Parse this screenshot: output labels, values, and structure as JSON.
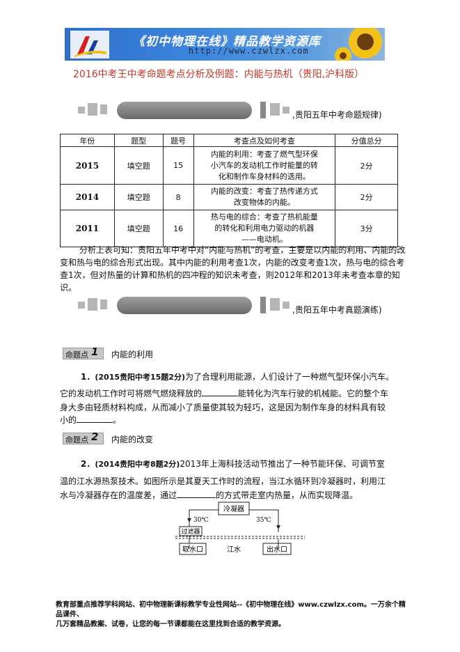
{
  "banner": {
    "title": "《初中物理在线》精品教学资源库",
    "url": "http://www.czwlzx.com"
  },
  "main_title": "2016中考王中考命题考点分析及例题：内能与热机（贵阳,沪科版）",
  "section1_label": ",贵阳五年中考命题规律)",
  "table": {
    "headers": [
      "年份",
      "题型",
      "题号",
      "考查点及如何考查",
      "分值总分"
    ],
    "rows": [
      {
        "year": "2015",
        "type": "填空题",
        "num": "15",
        "content": [
          "内能的利用：考查了燃气型环保",
          "小汽车的发动机工作时能量的转",
          "化和制作车身材料的选用。"
        ],
        "score": "2分"
      },
      {
        "year": "2014",
        "type": "填空题",
        "num": "8",
        "content": [
          "内能的改变：考查了热传递方式",
          "改变物体的内能。"
        ],
        "score": "2分"
      },
      {
        "year": "2011",
        "type": "填空题",
        "num": "16",
        "content": [
          "热与电的综合：考查了热机能量",
          "的转化和利用电力驱动的机器",
          "——电动机。"
        ],
        "score": "3分"
      }
    ]
  },
  "analysis": "分析上表可知：贵阳五年中考中对“内能与热机”的考查，主要是以内能的利用、内能的改变和热与电的综合形式出现。其中内能的利用考查1次，内能的改变考查1次，热与电的综合考查1次，但对热量的计算和热机的四冲程的知识未考查，则2012年和2013年未考查本章的知识。",
  "section2_label": ",贵阳五年中考真题演练)",
  "kd1": {
    "badge": "命题点",
    "num": "1",
    "title": "内能的利用"
  },
  "q1": {
    "num": "1．",
    "source": "(2015贵阳中考15题2分)",
    "text1": "为了合理利用能源，人们设计了一种燃气型环保小汽车。",
    "text2a": "它的发动机工作时可将燃气燃烧释放的",
    "text2b": "能转化为汽车行驶的机械能。它的整个车",
    "text3": "身大多由轻质材料构成，从而减小了质量使其较为轻巧，这是因为制作车身的材料具有较",
    "text4a": "小的",
    "text4b": "。"
  },
  "kd2": {
    "badge": "命题点",
    "num": "2",
    "title": "内能的改变"
  },
  "q2": {
    "num": "2．",
    "source": "(2014贵阳中考8题2分)",
    "text1": "2013年上海科技活动节推出了一种节能环保、可调节室",
    "text2": "温的江水源热泵技术。如图所示是其夏天工作时的流程，当江水循环到冷凝器时，利用江",
    "text3a": "水与冷凝器存在的温度差，通过",
    "text3b": "的方式带走室内热量，从而实现降温。"
  },
  "diagram": {
    "condenser": "冷凝器",
    "t_in": "30℃",
    "t_out": "35℃",
    "filter": "过滤器",
    "intake": "取水口",
    "river": "江水",
    "outlet": "出水口"
  },
  "footer": {
    "line1": "教育部重点推荐学科网站、初中物理新课标教学专业性网站--《初中物理在线》www.czwlzx.com。一万余个精品课件、",
    "line2": "几万套精品教案、试卷，让您的每一节课都能在这里找到合适的教学资源。"
  }
}
